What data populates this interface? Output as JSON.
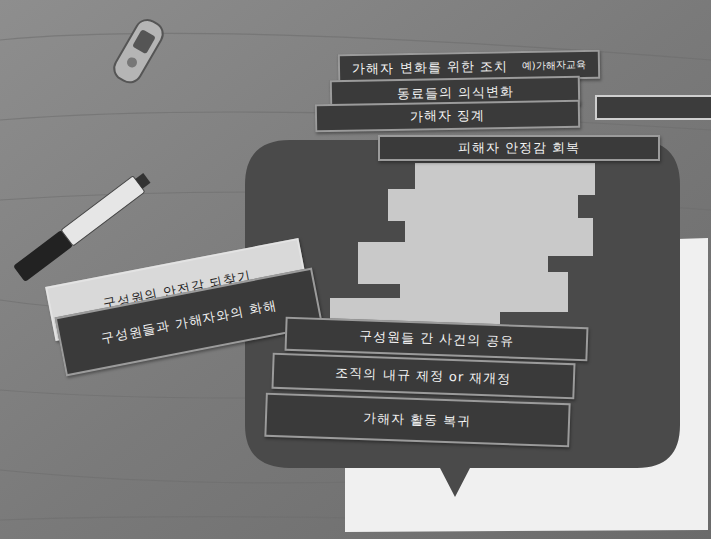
{
  "diagram": {
    "nodes": [
      {
        "text": [
          "가해자 변화를 위한 조치",
          "예)가해자교육"
        ]
      },
      {
        "text": [
          "동료들의 의식변화"
        ]
      },
      {
        "text": [
          "가해자 징계"
        ]
      },
      {
        "text": [
          "피해자 안정감 회복"
        ]
      },
      {
        "text": [
          "구성원의 안전감 되찾기"
        ]
      },
      {
        "text": [
          "구성원들과 가해자와의 화해"
        ]
      },
      {
        "text": [
          "구성원들 간 사건의 공유"
        ]
      },
      {
        "text": [
          "조직의 내규 제정 or 재개정"
        ]
      },
      {
        "text": [
          "가해자 활동 복귀"
        ]
      }
    ]
  }
}
